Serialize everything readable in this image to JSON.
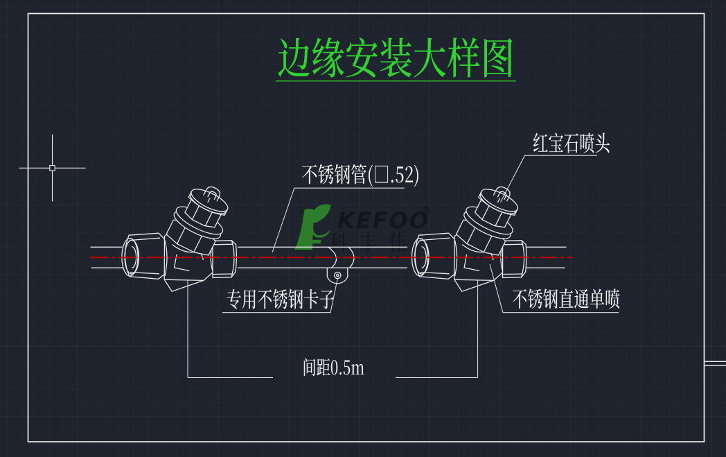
{
  "canvas": {
    "background": "#1e232d",
    "grid_minor_color": "#252b36",
    "grid_major_color": "#2c3441",
    "line_color": "#e9e9e9",
    "centerline_color": "#c40000"
  },
  "title": {
    "text": "边缘安装大样图",
    "color": "#2fd32f"
  },
  "labels": {
    "pipe": {
      "text": "不锈钢管(□.52)"
    },
    "nozzle": {
      "text": "红宝石喷头"
    },
    "clamp": {
      "text": "专用不锈钢卡子"
    },
    "tee": {
      "text": "不锈钢直通单喷"
    },
    "spacing": {
      "text": "间距0.5m"
    }
  },
  "watermark": {
    "brand": "KEFOO",
    "registered": "®",
    "cjk": "科丰佳华",
    "leaf_color": "#2e7d2a",
    "text_color": "#131820"
  }
}
